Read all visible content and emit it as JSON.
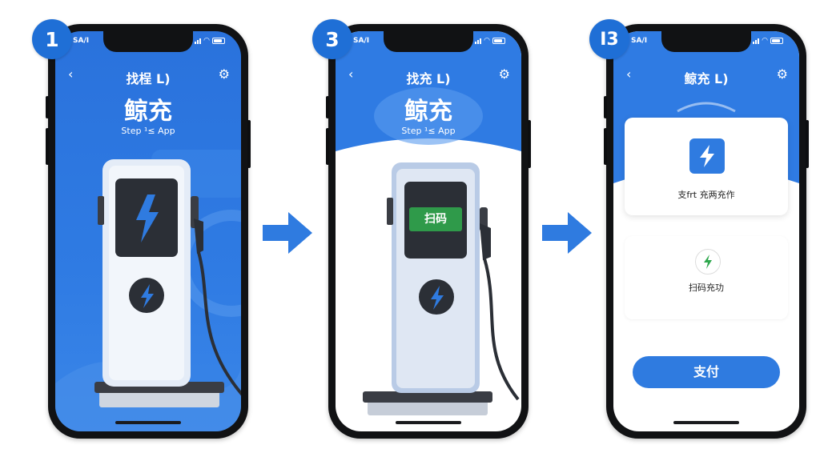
{
  "steps": [
    {
      "badge": "1",
      "status_carrier": "SA/I",
      "nav_title": "找桯 L)",
      "brand_name": "鲸充",
      "brand_sub": "Step ¹≤ App"
    },
    {
      "badge": "3",
      "status_carrier": "SA/I",
      "nav_title": "找充 L)",
      "brand_name": "鲸充",
      "brand_sub": "Step ¹≤ App",
      "scan_label": "扫码"
    },
    {
      "badge": "I3",
      "status_carrier": "SA/I",
      "nav_title": "鲸充 L)",
      "card_label": "支frt 充两充作",
      "result_label": "扫码充功",
      "pay_button": "支付"
    }
  ],
  "icons": {
    "back": "chevron-left-icon",
    "settings": "gear-icon",
    "bolt": "lightning-bolt-icon",
    "next_step": "arrow-right-icon"
  },
  "colors": {
    "brand_blue": "#2a6fd8",
    "badge_blue": "#1f6fd6",
    "arrow_blue": "#2f7be0",
    "scan_green": "#2f9a4a",
    "bolt_green": "#2fa84e",
    "charger_body": "#dfe7f3",
    "phone_frame": "#111214"
  }
}
